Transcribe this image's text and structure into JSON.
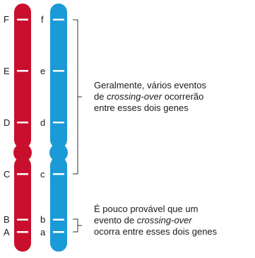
{
  "colors": {
    "chromosome_a": "#c8102e",
    "chromosome_b": "#1a9ad6",
    "band": "#ffffff",
    "bracket": "#333333"
  },
  "chromosome_a": {
    "labels": [
      "F",
      "E",
      "D",
      "C",
      "B",
      "A"
    ]
  },
  "chromosome_b": {
    "labels": [
      "f",
      "e",
      "d",
      "c",
      "b",
      "a"
    ]
  },
  "annotations": {
    "upper": {
      "line1": "Geralmente, vários eventos",
      "line2_prefix": "de ",
      "line2_italic": "crossing-over",
      "line2_suffix": " ocorrerão",
      "line3": "entre esses dois genes"
    },
    "lower": {
      "line1": "É pouco provável que um",
      "line2_prefix": "evento de ",
      "line2_italic": "crossing-over",
      "line3": "ocorra entre esses dois genes"
    }
  }
}
